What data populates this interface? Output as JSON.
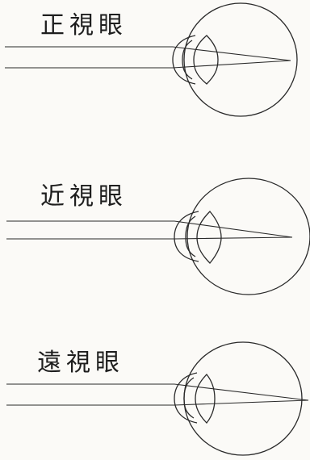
{
  "panels": [
    {
      "id": "emmetropia",
      "label": "正視眼"
    },
    {
      "id": "myopia",
      "label": "近視眼"
    },
    {
      "id": "hyperopia",
      "label": "遠視眼"
    }
  ]
}
